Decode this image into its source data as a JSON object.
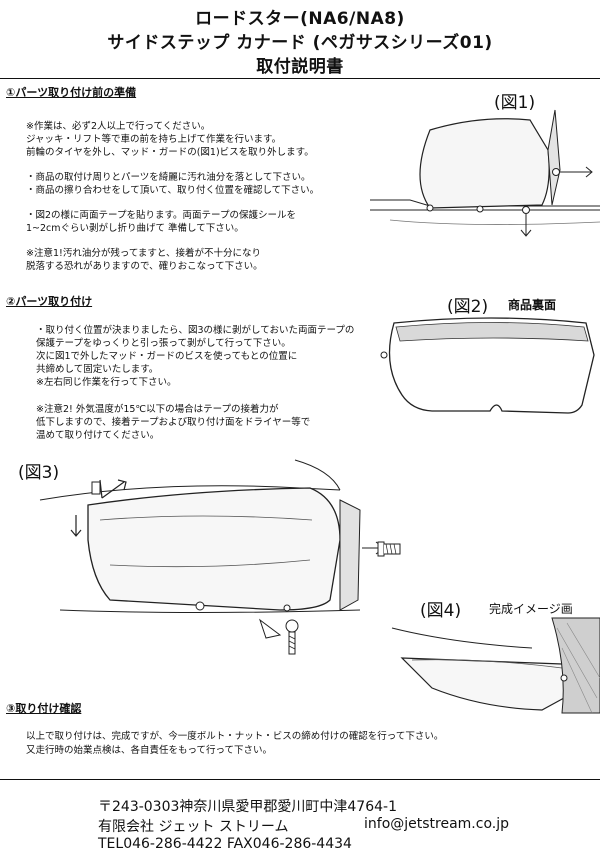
{
  "title": {
    "line1": "ロードスター(NA6/NA8)",
    "line2": "サイドステップ カナード (ペガサスシリーズ01)",
    "line3": "取付説明書"
  },
  "section1": {
    "heading": "①パーツ取り付け前の準備",
    "fig_label": "(図1)",
    "lines": [
      "※作業は、必ず2人以上で行ってください。",
      "ジャッキ・リフト等で車の前を持ち上げて作業を行います。",
      "前輪のタイヤを外し、マッド・ガードの(図1)ビスを取り外します。",
      "・商品の取付け周りとパーツを綺麗に汚れ油分を落として下さい。",
      "・商品の擦り合わせをして頂いて、取り付く位置を確認して下さい。",
      "・図2の様に両面テープを貼ります。両面テープの保護シールを",
      "1~2cmぐらい剥がし折り曲げて 準備して下さい。",
      "※注意1!汚れ油分が残ってますと、接着が不十分になり",
      "脱落する恐れがありますので、確りおこなって下さい。"
    ]
  },
  "section2": {
    "heading": "②パーツ取り付け",
    "fig_label": "(図2)",
    "fig_sub": "商品裏面",
    "lines": [
      "・取り付く位置が決まりましたら、図3の様に剥がしておいた両面テープの",
      "保護テープをゆっくりと引っ張って剥がして行って下さい。",
      "次に図1で外したマッド・ガードのビスを使ってもとの位置に",
      "共締めして固定いたします。",
      "※左右同じ作業を行って下さい。",
      "※注意2! 外気温度が15℃以下の場合はテープの接着力が",
      "低下しますので、接着テープおよび取り付け面をドライヤー等で",
      "温めて取り付けてください。"
    ]
  },
  "fig3": {
    "label": "(図3)"
  },
  "fig4": {
    "label": "(図4)",
    "sub": "完成イメージ画"
  },
  "section3": {
    "heading": "③取り付け確認",
    "lines": [
      "以上で取り付けは、完成ですが、今一度ボルト・ナット・ビスの締め付けの確認を行って下さい。",
      "又走行時の始業点検は、各自責任をもって行って下さい。"
    ]
  },
  "footer": {
    "address": "〒243-0303神奈川県愛甲郡愛川町中津4764-1",
    "company": "有限会社 ジェット ストリーム",
    "email": "info@jetstream.co.jp",
    "tel_fax": "TEL046-286-4422 FAX046-286-4434"
  }
}
